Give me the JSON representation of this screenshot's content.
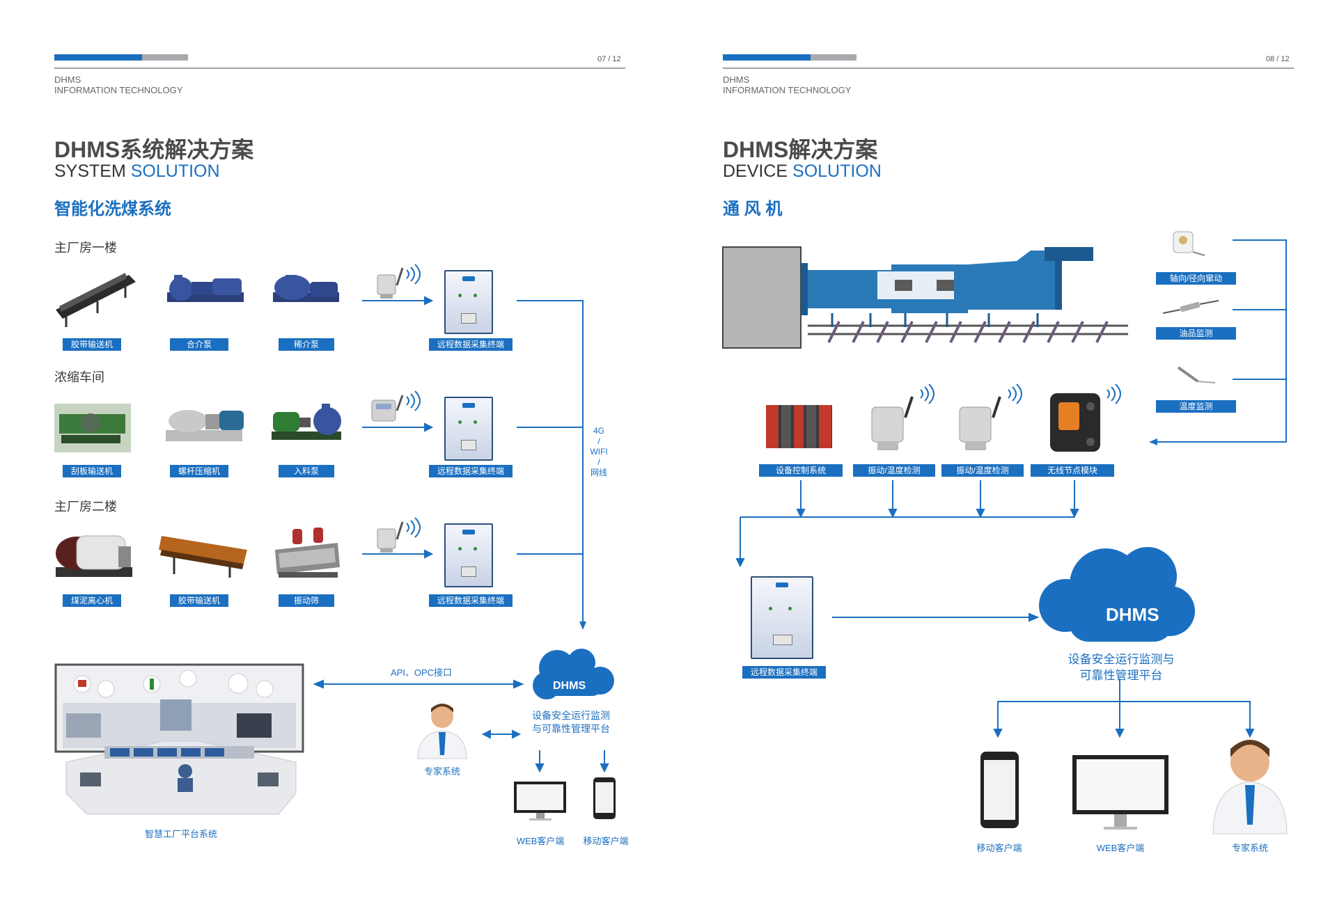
{
  "left": {
    "page_number": "07 / 12",
    "brand_line1": "DHMS",
    "brand_line2": "INFORMATION TECHNOLOGY",
    "title_cn": "DHMS系统解决方案",
    "title_en_a": "SYSTEM ",
    "title_en_b": "SOLUTION",
    "subtitle": "智能化洗煤系统",
    "sections": [
      "主厂房一楼",
      "浓缩车间",
      "主厂房二楼"
    ],
    "row1_labels": [
      "胶带输送机",
      "合介泵",
      "稀介泵"
    ],
    "row2_labels": [
      "刮板输送机",
      "螺杆压缩机",
      "入料泵"
    ],
    "row3_labels": [
      "煤泥离心机",
      "胶带输送机",
      "振动筛"
    ],
    "terminal_label": "远程数据采集终端",
    "network_label": [
      "4G",
      "/",
      "WIFI",
      "/",
      "网线"
    ],
    "api_label": "API、OPC接口",
    "cloud_text": "DHMS",
    "platform_line1": "设备安全运行监测",
    "platform_line2": "与可靠性管理平台",
    "expert_label": "专家系统",
    "factory_label": "智慧工厂平台系统",
    "web_label": "WEB客户端",
    "mobile_label": "移动客户端"
  },
  "right": {
    "page_number": "08 / 12",
    "brand_line1": "DHMS",
    "brand_line2": "INFORMATION TECHNOLOGY",
    "title_cn": "DHMS解决方案",
    "title_en_a": "DEVICE ",
    "title_en_b": "SOLUTION",
    "subtitle": "通 风 机",
    "sensor_labels": [
      "轴向/径向窜动",
      "油品监测",
      "温度监测"
    ],
    "device_labels": [
      "设备控制系统",
      "振动/温度检测",
      "振动/温度检测",
      "无线节点模块"
    ],
    "terminal_label": "远程数据采集终端",
    "cloud_text": "DHMS",
    "platform_line1": "设备安全运行监测与",
    "platform_line2": "可靠性管理平台",
    "client_labels": [
      "移动客户端",
      "WEB客户端",
      "专家系统"
    ]
  },
  "colors": {
    "accent": "#1b6fc0",
    "grey_bar": "#a7a9ac",
    "label_bg": "#1b6fc0"
  }
}
